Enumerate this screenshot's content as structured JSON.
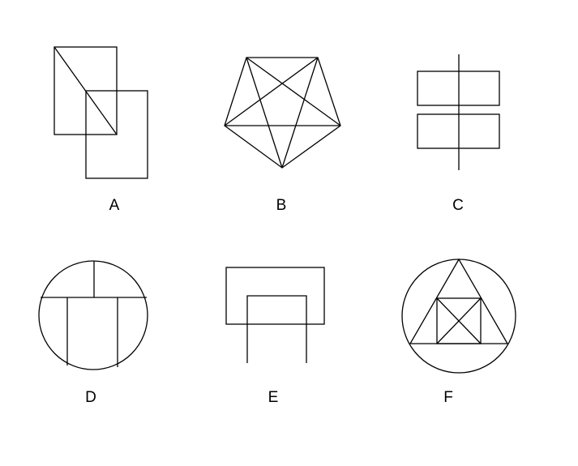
{
  "figures": [
    {
      "id": "A",
      "label": "A"
    },
    {
      "id": "B",
      "label": "B"
    },
    {
      "id": "C",
      "label": "C"
    },
    {
      "id": "D",
      "label": "D"
    },
    {
      "id": "E",
      "label": "E"
    },
    {
      "id": "F",
      "label": "F"
    }
  ],
  "colors": {
    "background": "#ffffff",
    "stroke": "#000000"
  }
}
